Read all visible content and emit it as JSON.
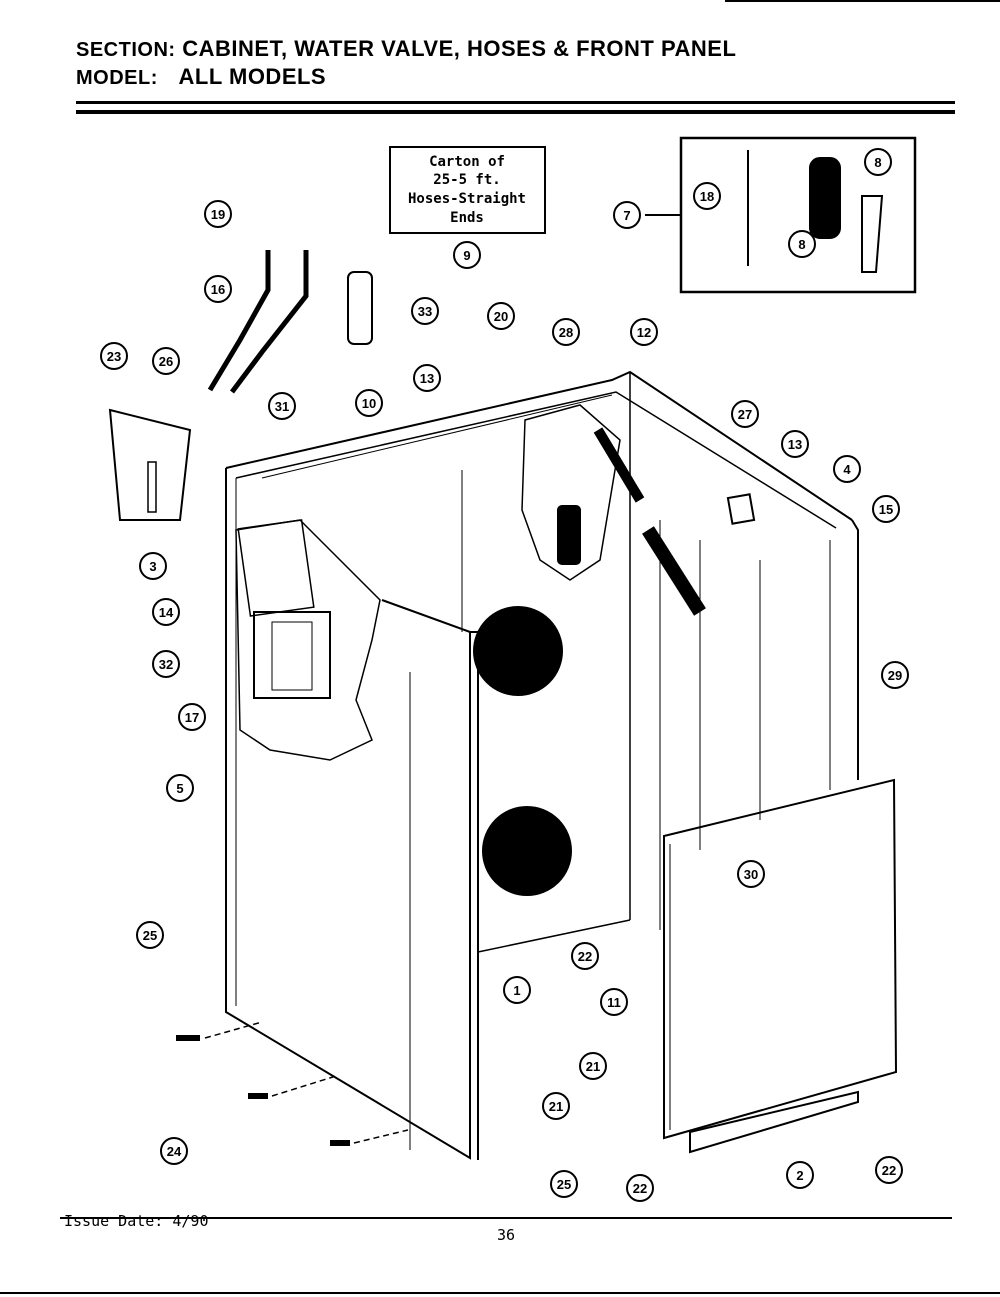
{
  "header": {
    "section_label": "SECTION:",
    "section_value": "CABINET, WATER VALVE, HOSES & FRONT PANEL",
    "model_label": "MODEL:",
    "model_value": "ALL MODELS"
  },
  "carton_box": {
    "lines": [
      "Carton of",
      "25-5 ft.",
      "Hoses-Straight",
      "Ends"
    ],
    "callout": "9"
  },
  "kit_box": {
    "callout": "7",
    "items": [
      "18",
      "8",
      "8"
    ]
  },
  "callouts": [
    "19",
    "16",
    "33",
    "20",
    "28",
    "12",
    "23",
    "26",
    "31",
    "13",
    "10",
    "27",
    "13",
    "4",
    "3",
    "15",
    "14",
    "32",
    "17",
    "29",
    "5",
    "30",
    "25",
    "22",
    "1",
    "11",
    "21",
    "21",
    "24",
    "2",
    "22",
    "25",
    "22"
  ],
  "footer": {
    "issue_date": "Issue Date: 4/90",
    "page_number": "36"
  }
}
